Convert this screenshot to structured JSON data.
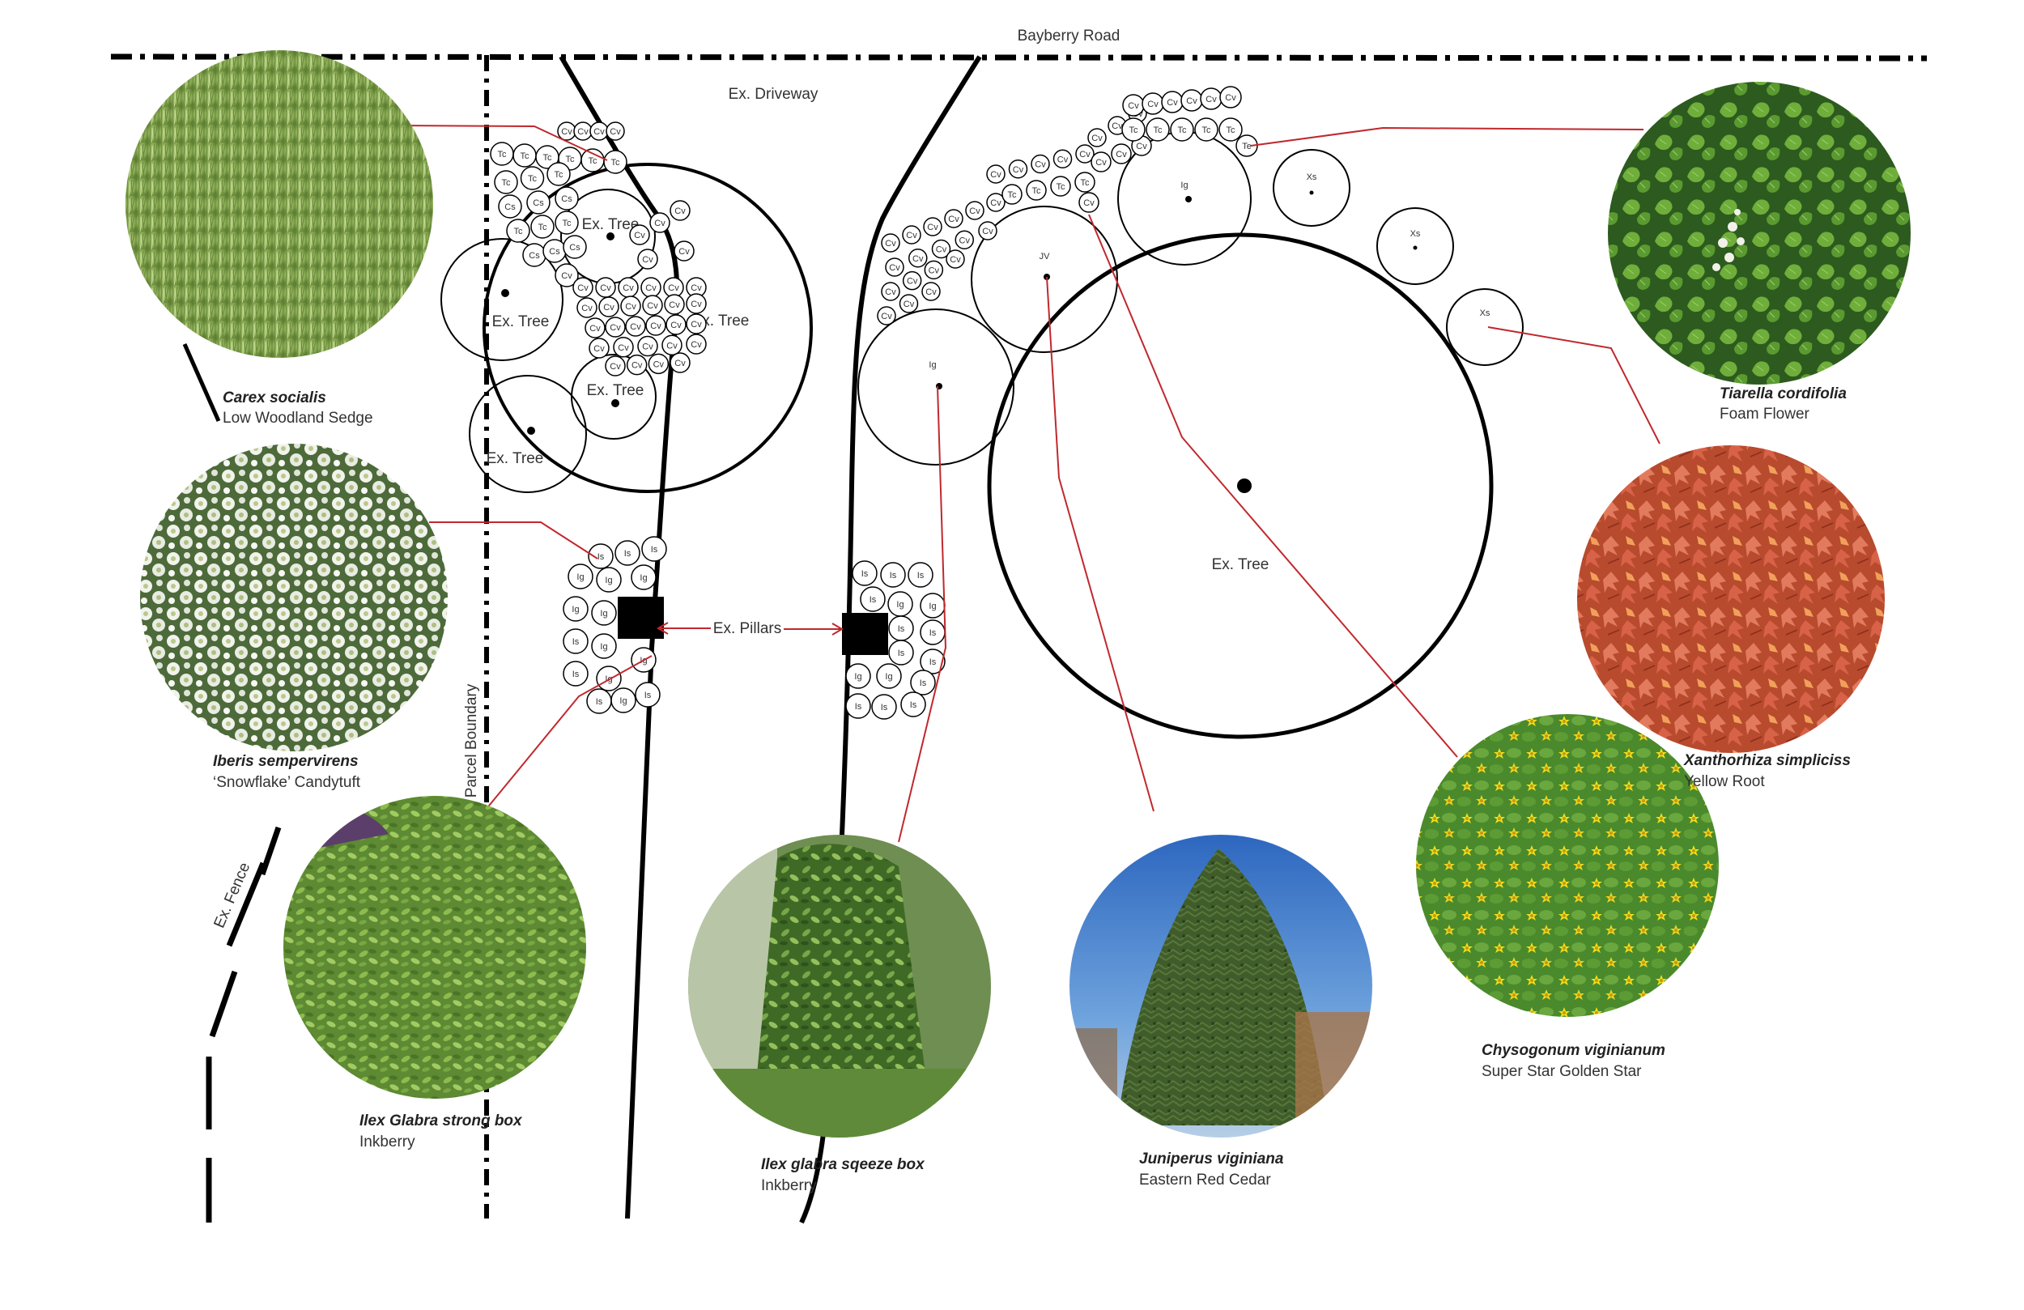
{
  "road_label": "Bayberry Road",
  "driveway_label": "Ex. Driveway",
  "parcel_label": "Parcel Boundary",
  "fence_label": "Ex. Fence",
  "pillars_label": "Ex. Pillars",
  "tree_label": "Ex. Tree",
  "circle_codes": {
    "carex": "Cv",
    "tiarella": "Tc",
    "chrysogonum": "Cs",
    "iberis": "Is",
    "ilex": "Ig",
    "juniperus": "JV",
    "xanthorhiza": "Xs",
    "tiarella_alt": "Te"
  },
  "plants": [
    {
      "id": "carex",
      "scientific": "Carex socialis",
      "common": "Low Woodland Sedge",
      "photo": "green-grass"
    },
    {
      "id": "iberis",
      "scientific": "Iberis sempervirens",
      "common": "‘Snowflake’ Candytuft",
      "photo": "white-flowers"
    },
    {
      "id": "ilex-strong",
      "scientific": "Ilex Glabra strong box",
      "common": "Inkberry",
      "photo": "green-shrub"
    },
    {
      "id": "ilex-squeeze",
      "scientific": "Ilex glabra sqeeze box",
      "common": "Inkberry",
      "photo": "green-shrub-tall"
    },
    {
      "id": "juniperus",
      "scientific": "Juniperus viginiana",
      "common": "Eastern Red Cedar",
      "photo": "conifer-tree"
    },
    {
      "id": "chrysogonum",
      "scientific": "Chysogonum viginianum",
      "common": "Super Star Golden Star",
      "photo": "yellow-flowers"
    },
    {
      "id": "xanthorhiza",
      "scientific": "Xanthorhiza simpliciss",
      "common": "Yellow Root",
      "photo": "red-foliage"
    },
    {
      "id": "tiarella",
      "scientific": "Tiarella cordifolia",
      "common": "Foam Flower",
      "photo": "green-leaves-white-flower"
    }
  ],
  "colors": {
    "leader": "#c0282d",
    "ink": "#000000",
    "grass": "#8fb05a",
    "candytuft": "#e9ece4",
    "shrub": "#6f9a3e",
    "cedar": "#3e5a2a",
    "sky": "#3b78c9",
    "goldenstar": "#e8d21e",
    "yellowroot": "#d6603f",
    "foamflower": "#4f8a2e"
  }
}
